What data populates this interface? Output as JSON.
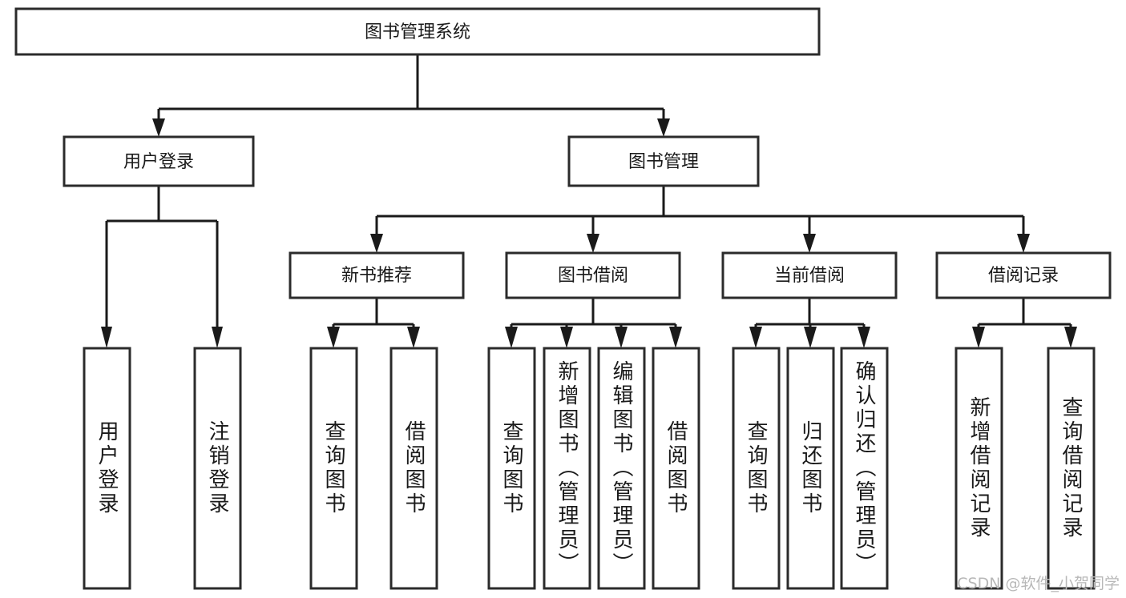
{
  "diagram": {
    "title": "图书管理系统",
    "type": "tree-hierarchy",
    "watermark": "CSDN @软件_小贺同学",
    "colors": {
      "box_border": "#2b2b2b",
      "connector": "#1a1a1a",
      "background": "#ffffff",
      "text": "#1a1a1a",
      "watermark": "#b8b8b8"
    },
    "root": {
      "label": "图书管理系统"
    },
    "level2": [
      {
        "label": "用户登录"
      },
      {
        "label": "图书管理"
      }
    ],
    "level3": [
      {
        "label": "新书推荐"
      },
      {
        "label": "图书借阅"
      },
      {
        "label": "当前借阅"
      },
      {
        "label": "借阅记录"
      }
    ],
    "leaves": {
      "user_login": [
        {
          "label": "用户登录"
        },
        {
          "label": "注销登录"
        }
      ],
      "new_book_recommend": [
        {
          "label": "查询图书"
        },
        {
          "label": "借阅图书"
        }
      ],
      "book_borrow": [
        {
          "label": "查询图书"
        },
        {
          "label": "新增图书（管理员）"
        },
        {
          "label": "编辑图书（管理员）"
        },
        {
          "label": "借阅图书"
        }
      ],
      "current_borrow": [
        {
          "label": "查询图书"
        },
        {
          "label": "归还图书"
        },
        {
          "label": "确认归还（管理员）"
        }
      ],
      "borrow_record": [
        {
          "label": "新增借阅记录"
        },
        {
          "label": "查询借阅记录"
        }
      ]
    }
  }
}
